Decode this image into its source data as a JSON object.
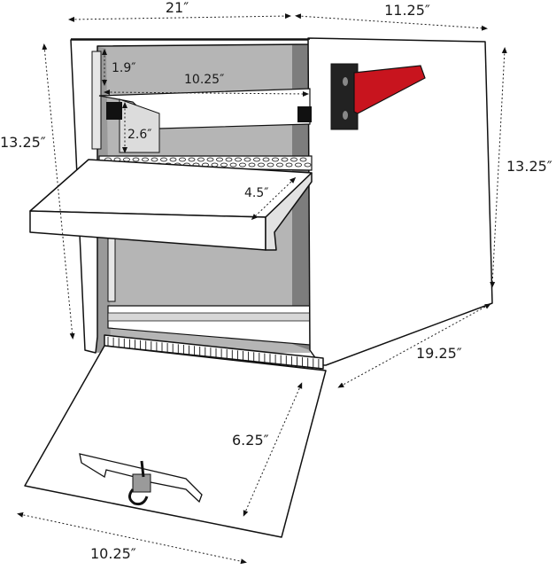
{
  "dimensions": {
    "top_width": "21″",
    "top_depth": "11.25″",
    "left_height": "13.25″",
    "right_height": "13.25″",
    "inner_gap": "1.9″",
    "inner_width": "10.25″",
    "shelf_offset": "2.6″",
    "tray_depth": "4.5″",
    "base_depth": "19.25″",
    "door_height": "6.25″",
    "door_width": "10.25″"
  },
  "colors": {
    "flag": "#c8141e",
    "interior": "#b7b7b7",
    "outline": "#111111",
    "body": "#ffffff"
  }
}
